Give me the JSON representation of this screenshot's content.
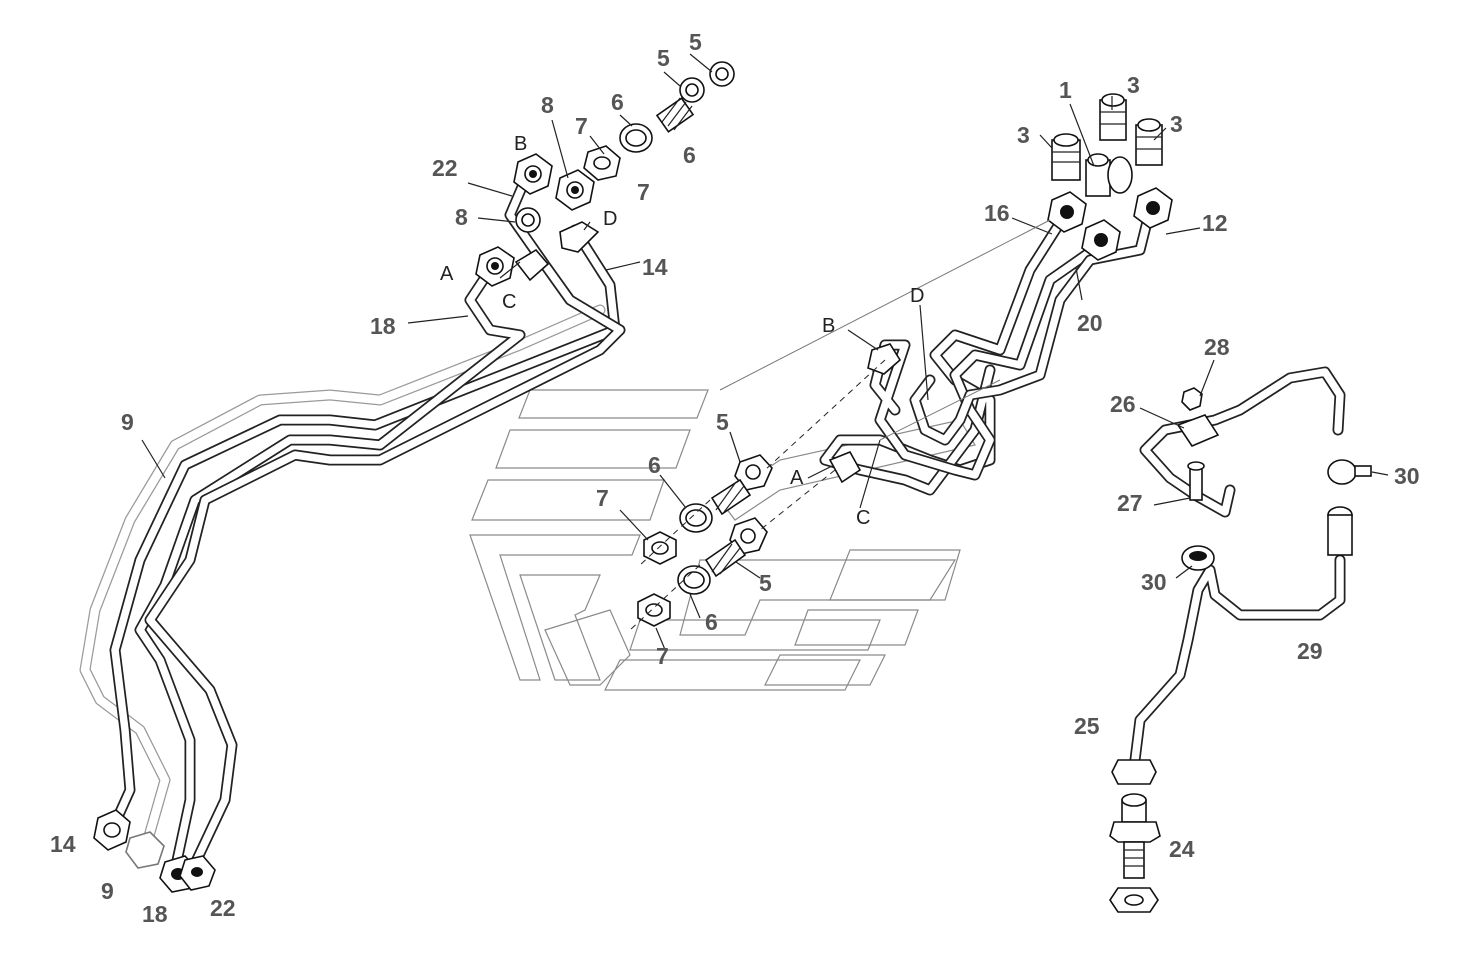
{
  "diagram": {
    "part_numbers": {
      "n1": "1",
      "n3a": "3",
      "n3b": "3",
      "n3c": "3",
      "n5a": "5",
      "n5b": "5",
      "n5c": "5",
      "n5d": "5",
      "n6a": "6",
      "n6b": "6",
      "n6c": "6",
      "n6d": "6",
      "n7a": "7",
      "n7b": "7",
      "n7c": "7",
      "n7d": "7",
      "n8a": "8",
      "n8b": "8",
      "n9a": "9",
      "n9b": "9",
      "n12": "12",
      "n14a": "14",
      "n14b": "14",
      "n16": "16",
      "n18a": "18",
      "n18b": "18",
      "n20": "20",
      "n22a": "22",
      "n22b": "22",
      "n24": "24",
      "n25": "25",
      "n26": "26",
      "n27": "27",
      "n28": "28",
      "n29": "29",
      "n30a": "30",
      "n30b": "30"
    },
    "connection_letters": {
      "A_left": "A",
      "B_left": "B",
      "C_left": "C",
      "D_left": "D",
      "A_mid": "A",
      "B_mid": "B",
      "C_mid": "C",
      "D_mid": "D"
    }
  }
}
